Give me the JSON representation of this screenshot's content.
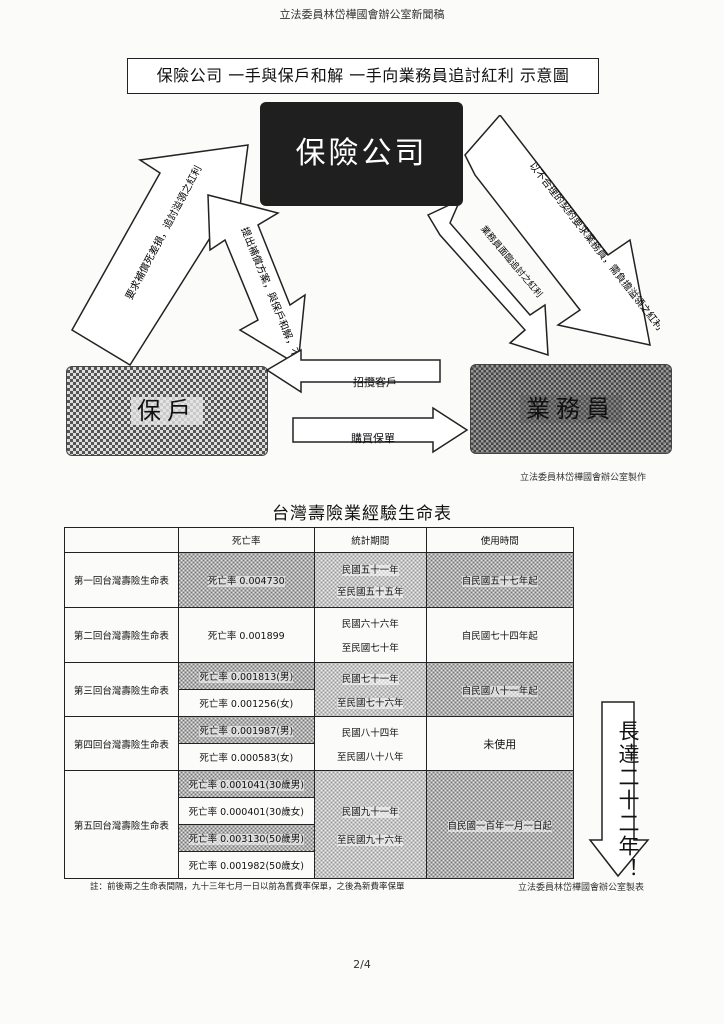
{
  "header": {
    "text": "立法委員林岱樺國會辦公室新聞稿"
  },
  "diagram": {
    "title": "保險公司 一手與保戶和解 一手向業務員追討紅利 示意圖",
    "insurer": "保險公司",
    "policyholder": "保戶",
    "agent": "業務員",
    "left_up_arrow": "要求補償死差損，追討溢領之紅利",
    "left_down_arrow": "提出補償方案，與保戶和解，不追討紅利",
    "right_down_arrow": "以不合理的契約要求業務員，需負擔溢領之紅利",
    "right_up_arrow": "業務員面臨追討之紅利",
    "middle_left_arrow": "招攬客戶",
    "middle_right_arrow": "購買保單",
    "credit": "立法委員林岱樺國會辦公室製作"
  },
  "table": {
    "title": "台灣壽險業經驗生命表",
    "headers": [
      "",
      "死亡率",
      "統計期間",
      "使用時間"
    ],
    "rows": [
      {
        "name": "第一回台灣壽險生命表",
        "rates": [
          "死亡率 0.004730"
        ],
        "period": [
          "民國五十一年",
          "至民國五十五年"
        ],
        "usage": "自民國五十七年起"
      },
      {
        "name": "第二回台灣壽險生命表",
        "rates": [
          "死亡率 0.001899"
        ],
        "period": [
          "民國六十六年",
          "至民國七十年"
        ],
        "usage": "自民國七十四年起"
      },
      {
        "name": "第三回台灣壽險生命表",
        "rates": [
          "死亡率 0.001813(男)",
          "死亡率 0.001256(女)"
        ],
        "period": [
          "民國七十一年",
          "至民國七十六年"
        ],
        "usage": "自民國八十一年起"
      },
      {
        "name": "第四回台灣壽險生命表",
        "rates": [
          "死亡率 0.001987(男)",
          "死亡率 0.000583(女)"
        ],
        "period": [
          "民國八十四年",
          "至民國八十八年"
        ],
        "usage": "未使用"
      },
      {
        "name": "第五回台灣壽險生命表",
        "rates": [
          "死亡率 0.001041(30歲男)",
          "死亡率 0.000401(30歲女)",
          "死亡率 0.003130(50歲男)",
          "死亡率 0.001982(50歲女)"
        ],
        "period": [
          "民國九十一年",
          "至民國九十六年"
        ],
        "usage": "自民國一百年一月一日起"
      }
    ],
    "side_note": "長達二十二年！",
    "footnote": "註：前後兩之生命表間隔，九十三年七月一日以前為舊費率保單，之後為新費率保單",
    "credit": "立法委員林岱樺國會辦公室製表"
  },
  "page_number": "2/4"
}
